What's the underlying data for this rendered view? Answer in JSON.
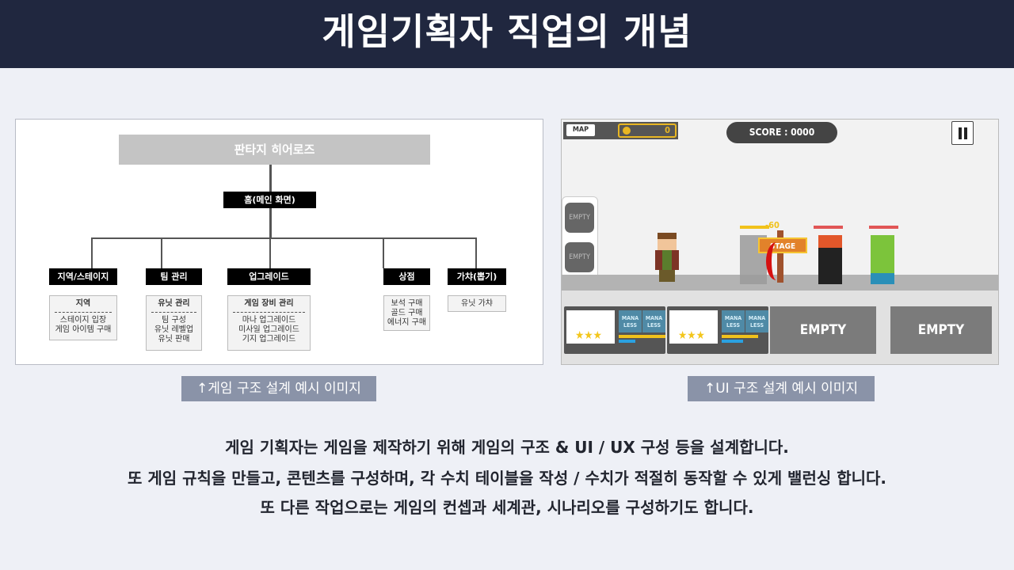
{
  "header": {
    "title": "게임기획자 직업의 개념"
  },
  "tree": {
    "root": "판타지 히어로즈",
    "home": "홈(메인 화면)",
    "categories": [
      {
        "label": "지역/스테이지",
        "sub_title": "지역",
        "items": [
          "스테이지 입장",
          "게임 아이템 구매"
        ]
      },
      {
        "label": "팀 관리",
        "sub_title": "유닛 관리",
        "items": [
          "팀 구성",
          "유닛 레벨업",
          "유닛 판매"
        ]
      },
      {
        "label": "업그레이드",
        "sub_title": "게임 장비 관리",
        "items": [
          "마나 업그레이드",
          "미사일 업그레이드",
          "기지 업그레이드"
        ]
      },
      {
        "label": "상점",
        "items": [
          "보석 구매",
          "골드 구매",
          "에너지 구매"
        ]
      },
      {
        "label": "가챠(뽑기)",
        "items": [
          "유닛 가챠"
        ]
      }
    ]
  },
  "game": {
    "map_label": "MAP",
    "coins": "0",
    "score": "SCORE : 0000",
    "pause_icon": "pause-icon",
    "side_slots": [
      "EMPTY",
      "EMPTY"
    ],
    "damage": "-60",
    "sign": "STAGE",
    "cards": [
      {
        "mana": [
          "MANA LESS",
          "MANA LESS"
        ],
        "stars": "★★★",
        "hp": 1.0,
        "mp": 0.35
      },
      {
        "mana": [
          "MANA LESS",
          "MANA LESS"
        ],
        "stars": "★★★",
        "hp": 0.75,
        "mp": 0.45
      }
    ],
    "empty_cards": [
      "EMPTY",
      "EMPTY"
    ]
  },
  "captions": {
    "left": "↑게임 구조 설계 예시 이미지",
    "right": "↑UI  구조 설계 예시 이미지"
  },
  "body": [
    "게임 기획자는 게임을 제작하기 위해 게임의 구조 & UI / UX 구성 등을 설계합니다.",
    "또 게임 규칙을 만들고, 콘텐츠를 구성하며, 각 수치 테이블을 작성 / 수치가 적절히 동작할 수 있게 밸런싱 합니다.",
    "또 다른 작업으로는 게임의 컨셉과 세계관, 시나리오를 구성하기도 합니다."
  ]
}
